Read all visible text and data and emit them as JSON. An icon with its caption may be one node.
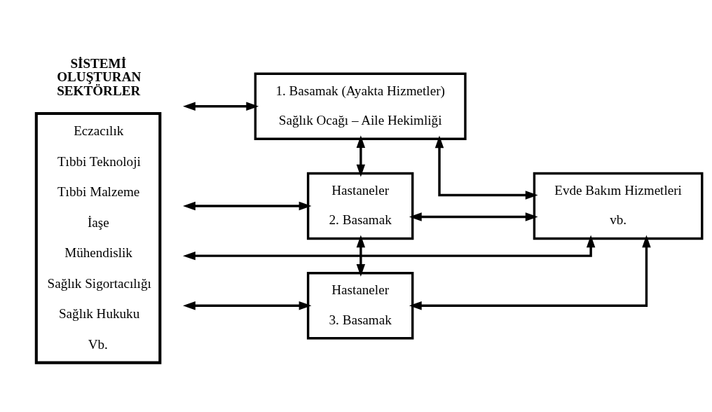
{
  "diagram": {
    "nodes": [
      {
        "text": [
          "SİSTEMİ OLUŞTURAN SEKTÖRLER",
          "Eczacılık",
          "Tıbbi Teknoloji",
          "Tıbbi Malzeme",
          "İaşe",
          "Mühendislik",
          "Sağlık Sigortacılığı",
          "Sağlık Hukuku",
          "Vb."
        ]
      },
      {
        "text": [
          "1. Basamak (Ayakta Hizmetler)",
          "Sağlık Ocağı – Aile Hekimliği"
        ]
      },
      {
        "text": [
          "Hastaneler",
          "2. Basamak"
        ]
      },
      {
        "text": [
          "Hastaneler",
          "3. Basamak"
        ]
      },
      {
        "text": [
          "Evde Bakım Hizmetleri",
          "vb."
        ]
      }
    ],
    "edges": [
      {
        "from": 0,
        "to": 1,
        "arrow": "both"
      },
      {
        "from": 1,
        "to": 2,
        "arrow": "both"
      },
      {
        "from": 1,
        "to": 4,
        "arrow": "both"
      },
      {
        "from": 0,
        "to": 2,
        "arrow": "both"
      },
      {
        "from": 2,
        "to": 4,
        "arrow": "both"
      },
      {
        "from": 2,
        "to": 3,
        "arrow": "both"
      },
      {
        "from": 0,
        "to": 3,
        "arrow": "both"
      },
      {
        "from": 3,
        "to": 4,
        "arrow": "both"
      },
      {
        "from": 0,
        "to": 4,
        "arrow": "both"
      }
    ]
  }
}
